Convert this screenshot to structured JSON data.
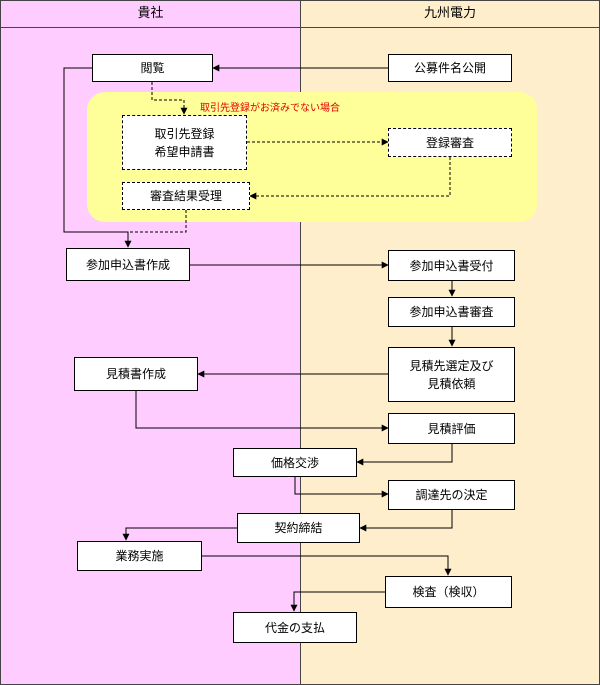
{
  "lanes": {
    "left": "貴社",
    "right": "九州電力"
  },
  "note": "取引先登録がお済みでない場合",
  "boxes": {
    "browse": "閲覧",
    "public_notice": "公募件名公開",
    "vendor_registration_request": "取引先登録\n希望申請書",
    "registration_review": "登録審査",
    "review_result_receipt": "審査結果受理",
    "application_create": "参加申込書作成",
    "application_accept": "参加申込書受付",
    "application_review": "参加申込書審査",
    "estimate_create": "見積書作成",
    "estimate_request": "見積先選定及び\n見積依頼",
    "estimate_evaluation": "見積評価",
    "price_negotiation": "価格交渉",
    "supplier_decision": "調達先の決定",
    "contract": "契約締結",
    "work": "業務実施",
    "inspection": "検査（検収）",
    "payment": "代金の支払"
  }
}
